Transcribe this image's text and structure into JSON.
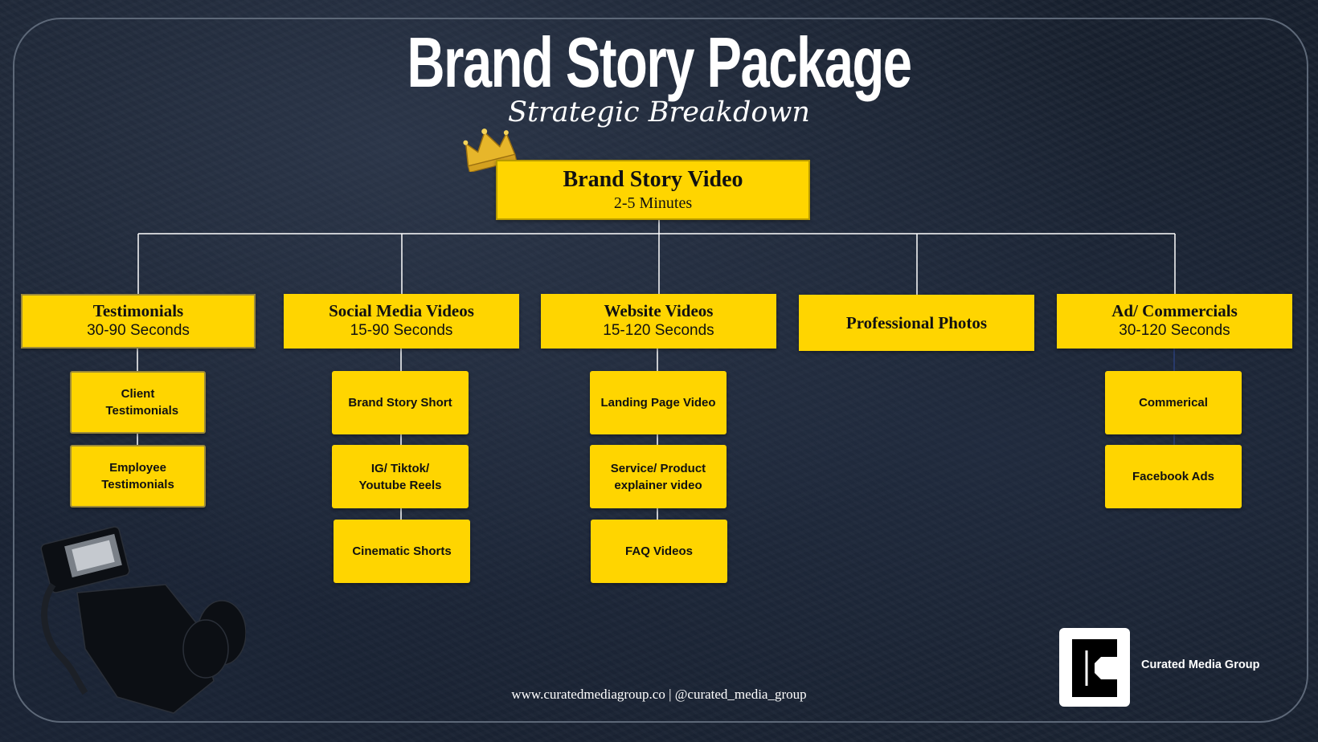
{
  "header": {
    "title": "Brand Story Package",
    "subtitle": "Strategic Breakdown"
  },
  "root": {
    "title": "Brand Story Video",
    "duration": "2-5 Minutes"
  },
  "categories": [
    {
      "title": "Testimonials",
      "duration": "30-90 Seconds",
      "items": [
        "Client Testimonials",
        "Employee Testimonials"
      ]
    },
    {
      "title": "Social Media Videos",
      "duration": "15-90 Seconds",
      "items": [
        "Brand Story Short",
        "IG/ Tiktok/ Youtube Reels",
        "Cinematic Shorts"
      ]
    },
    {
      "title": "Website Videos",
      "duration": "15-120 Seconds",
      "items": [
        "Landing Page Video",
        "Service/ Product explainer video",
        "FAQ Videos"
      ]
    },
    {
      "title": "Professional Photos",
      "duration": "",
      "items": []
    },
    {
      "title": "Ad/ Commercials",
      "duration": "30-120 Seconds",
      "items": [
        "Commerical",
        "Facebook Ads"
      ]
    }
  ],
  "footer": {
    "links": "www.curatedmediagroup.co | @curated_media_group"
  },
  "brand": {
    "name": "Curated Media Group",
    "logo_icon": "curated-c-logo"
  },
  "decor": {
    "crown_icon": "crown-icon",
    "camera_image": "cinema-camera-image"
  },
  "colors": {
    "box": "#FFD500",
    "background": "#18212f",
    "lines": "#ffffff"
  }
}
